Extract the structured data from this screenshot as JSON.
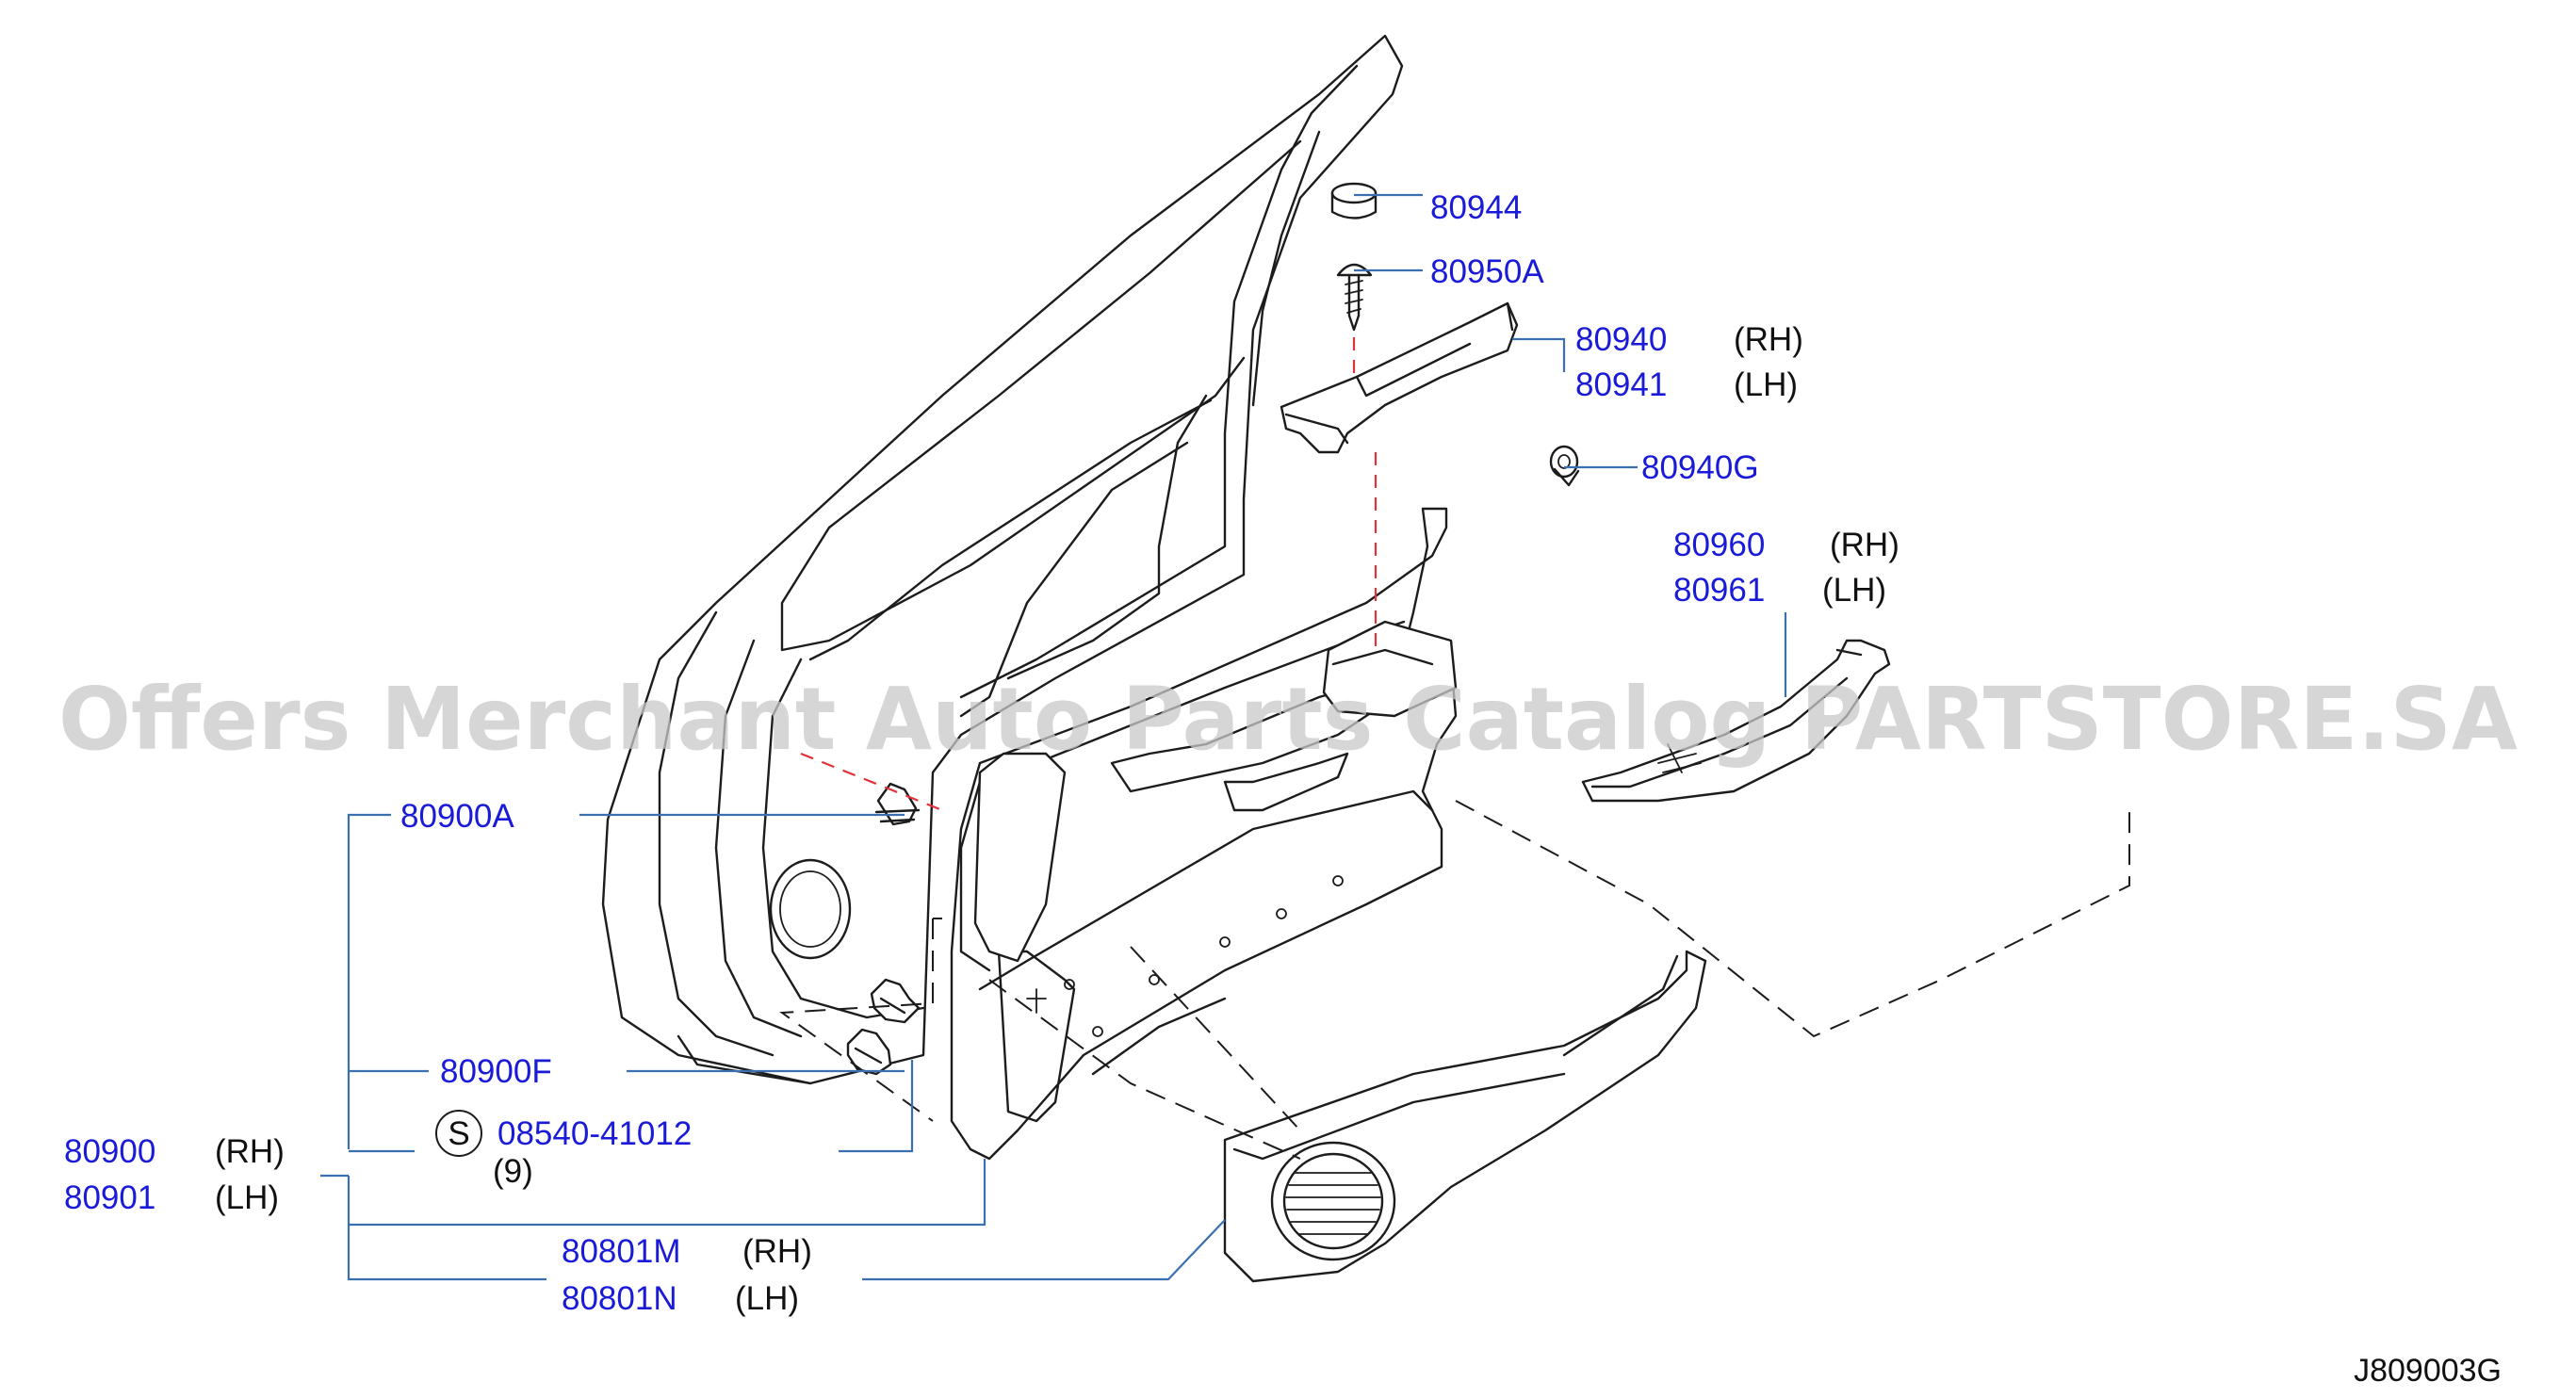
{
  "watermark": "Offers Merchant Auto Parts Catalog PARTSTORE.SA",
  "diagram_code": "J809003G",
  "parts": {
    "p80944": "80944",
    "p80950A": "80950A",
    "p80940": "80940",
    "p80941": "80941",
    "p80940G": "80940G",
    "p80960": "80960",
    "p80961": "80961",
    "p80900A": "80900A",
    "p80900F": "80900F",
    "p08540": "08540-41012",
    "p80900": "80900",
    "p80901": "80901",
    "p80801M": "80801M",
    "p80801N": "80801N"
  },
  "sides": {
    "rh": "(RH)",
    "lh": "(LH)"
  },
  "std_symbol": "S",
  "qty_08540": "(9)",
  "colors": {
    "part_number": "#1a1ad9",
    "leader": "#3a6fb0",
    "linework": "#1c1c1c",
    "center_line": "#e0343a",
    "watermark": "#c8c8c8"
  }
}
